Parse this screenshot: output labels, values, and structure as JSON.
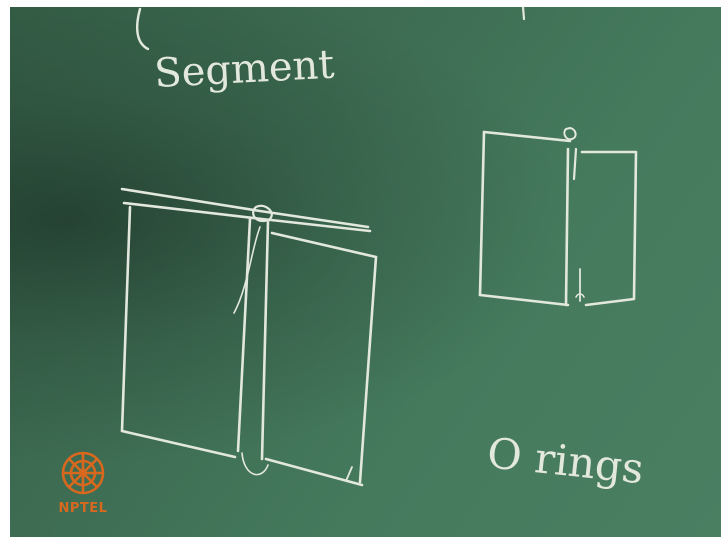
{
  "chalkboard": {
    "colors": {
      "board": "#3d6c52",
      "chalk": "#e3e8dd",
      "logo": "#d9681f"
    }
  },
  "annotations": {
    "top_word": "Segment",
    "right_word": "O rings"
  },
  "logo": {
    "icon": "nptel-wheel-icon",
    "label": "NPTEL"
  }
}
